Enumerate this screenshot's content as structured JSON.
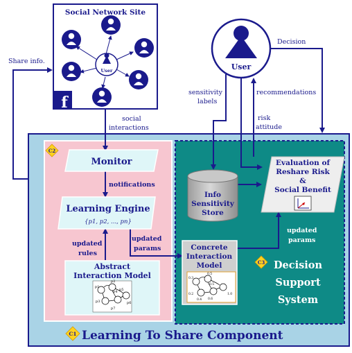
{
  "social_network": {
    "title": "Social Network Site",
    "user_label": "User",
    "fb_glyph": "f"
  },
  "user": {
    "label": "User"
  },
  "labels": {
    "share_info": "Share info.",
    "decision": "Decision",
    "sensitivity_labels_1": "sensitivity",
    "sensitivity_labels_2": "labels",
    "recommendations": "recommendations",
    "social_interactions_1": "social",
    "social_interactions_2": "interactions",
    "risk_attitude_1": "risk",
    "risk_attitude_2": "attitude",
    "notifications": "notifications",
    "updated_rules_1": "updated",
    "updated_rules_2": "rules",
    "updated_params_1": "updated",
    "updated_params_2": "params",
    "updated_params2_1": "updated",
    "updated_params2_2": "params"
  },
  "components": {
    "c1": {
      "badge": "C1",
      "title": "Learning To Share Component"
    },
    "c2": {
      "badge": "C2"
    },
    "c3": {
      "badge": "C3",
      "title_1": "Decision",
      "title_2": "Support",
      "title_3": "System"
    }
  },
  "boxes": {
    "monitor": "Monitor",
    "learning_engine": "Learning Engine",
    "learning_params": "{p1, p2, ..., pn}",
    "abstract_model_1": "Abstract",
    "abstract_model_2": "Interaction Model",
    "info_store_1": "Info",
    "info_store_2": "Sensitivity",
    "info_store_3": "Store",
    "concrete_model_1": "Concrete",
    "concrete_model_2": "Interaction",
    "concrete_model_3": "Model",
    "evaluation_1": "Evaluation of",
    "evaluation_2": "Reshare Risk",
    "evaluation_3": "&",
    "evaluation_4": "Social Benefit"
  },
  "automaton_abstract": {
    "labels": [
      "p1",
      "p2",
      "p3",
      "p4",
      "p5",
      "p6",
      "p7"
    ]
  },
  "automaton_concrete": {
    "labels": [
      "0.3",
      "0.5",
      "0.2",
      "0.5",
      "0.6",
      "0.4",
      "1.0"
    ]
  },
  "colors": {
    "navy": "#1a1a8c",
    "outer_bg": "#a9d3e6",
    "c2_bg": "#f7c6d0",
    "c3_bg": "#0e8a86",
    "cyan_box": "#dff6f8",
    "badge": "#ffd21f"
  }
}
